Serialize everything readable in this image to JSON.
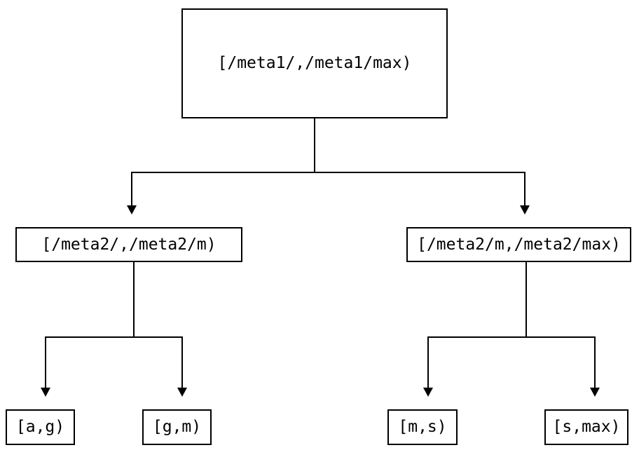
{
  "diagram": {
    "title": "interval-partition-tree",
    "type": "tree",
    "background_color": "#ffffff",
    "line_color": "#000000",
    "text_color": "#000000",
    "nodes": {
      "root": {
        "label": "[/meta1/,/meta1/max)",
        "level": 0
      },
      "level2": [
        {
          "label": "[/meta2/,/meta2/m)",
          "level": 1
        },
        {
          "label": "[/meta2/m,/meta2/max)",
          "level": 1
        }
      ],
      "leaves": [
        {
          "label": "[a,g)",
          "level": 2
        },
        {
          "label": "[g,m)",
          "level": 2
        },
        {
          "label": "[m,s)",
          "level": 2
        },
        {
          "label": "[s,max)",
          "level": 2
        }
      ]
    },
    "edges": [
      {
        "from": "[/meta1/,/meta1/max)",
        "to": "[/meta2/,/meta2/m)"
      },
      {
        "from": "[/meta1/,/meta1/max)",
        "to": "[/meta2/m,/meta2/max)"
      },
      {
        "from": "[/meta2/,/meta2/m)",
        "to": "[a,g)"
      },
      {
        "from": "[/meta2/,/meta2/m)",
        "to": "[g,m)"
      },
      {
        "from": "[/meta2/m,/meta2/max)",
        "to": "[m,s)"
      },
      {
        "from": "[/meta2/m,/meta2/max)",
        "to": "[s,max)"
      }
    ]
  }
}
